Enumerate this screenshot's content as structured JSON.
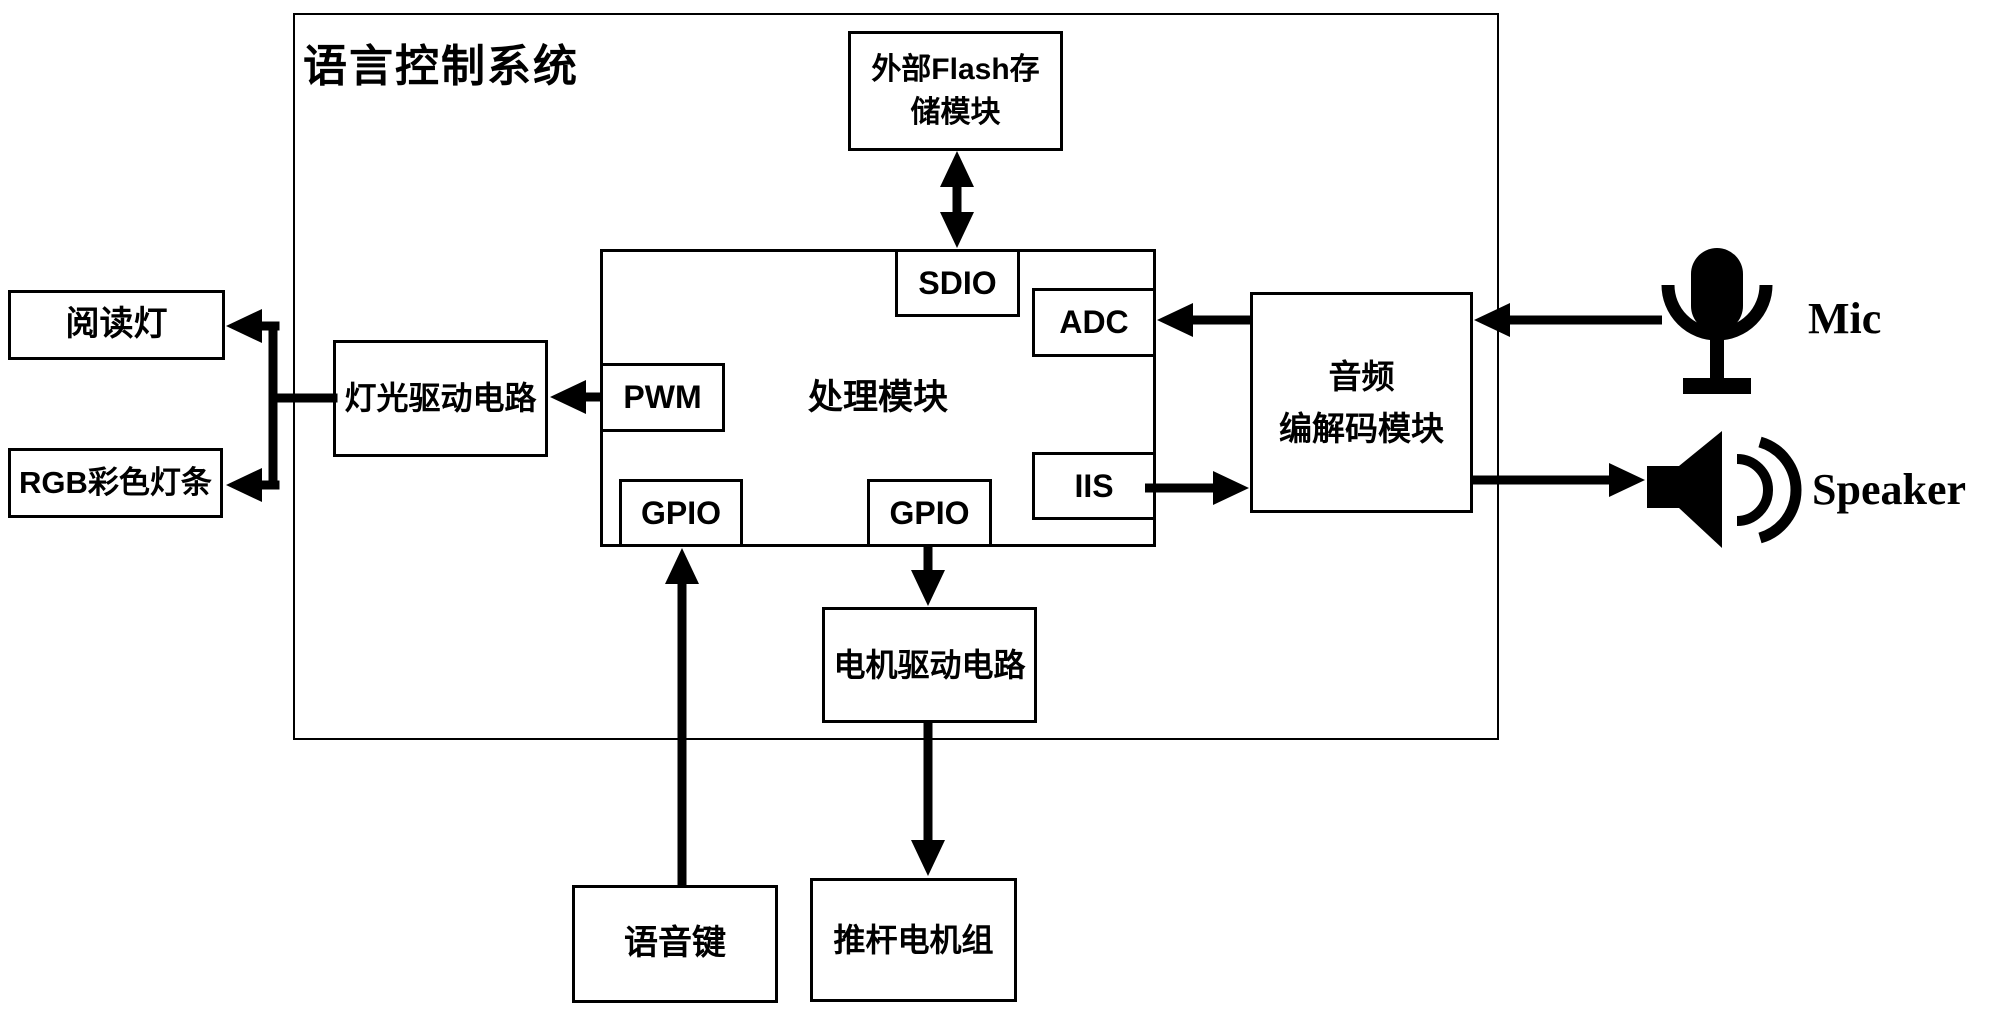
{
  "diagram": {
    "title": "语言控制系统",
    "blocks": {
      "flash": {
        "label": "外部Flash存\n储模块"
      },
      "processing": {
        "label": "处理模块"
      },
      "sdio": {
        "label": "SDIO"
      },
      "adc": {
        "label": "ADC"
      },
      "pwm": {
        "label": "PWM"
      },
      "iis": {
        "label": "IIS"
      },
      "gpio_voice": {
        "label": "GPIO"
      },
      "gpio_motor": {
        "label": "GPIO"
      },
      "light_driver": {
        "label": "灯光驱动电路"
      },
      "reading_light": {
        "label": "阅读灯"
      },
      "rgb_strip": {
        "label": "RGB彩色灯条"
      },
      "audio_codec": {
        "label": "音频\n编解码模块"
      },
      "motor_driver": {
        "label": "电机驱动电路"
      },
      "voice_key": {
        "label": "语音键"
      },
      "push_rod_motor": {
        "label": "推杆电机组"
      }
    },
    "peripherals": {
      "mic": {
        "label": "Mic",
        "icon": "microphone-icon"
      },
      "speaker": {
        "label": "Speaker",
        "icon": "speaker-icon"
      }
    },
    "connections": [
      {
        "from": "外部Flash存储模块",
        "to": "处理模块(SDIO)",
        "type": "bidirectional"
      },
      {
        "from": "Mic",
        "to": "音频编解码模块",
        "type": "arrow"
      },
      {
        "from": "音频编解码模块",
        "to": "处理模块(ADC)",
        "type": "arrow"
      },
      {
        "from": "处理模块(IIS)",
        "to": "音频编解码模块",
        "type": "arrow"
      },
      {
        "from": "音频编解码模块",
        "to": "Speaker",
        "type": "arrow"
      },
      {
        "from": "处理模块(PWM)",
        "to": "灯光驱动电路",
        "type": "arrow"
      },
      {
        "from": "灯光驱动电路",
        "to": "阅读灯",
        "type": "arrow"
      },
      {
        "from": "灯光驱动电路",
        "to": "RGB彩色灯条",
        "type": "arrow"
      },
      {
        "from": "语音键",
        "to": "处理模块(GPIO)",
        "type": "arrow"
      },
      {
        "from": "处理模块(GPIO)",
        "to": "电机驱动电路",
        "type": "arrow"
      },
      {
        "from": "电机驱动电路",
        "to": "推杆电机组",
        "type": "arrow"
      }
    ],
    "colors": {
      "ink": "#000000",
      "background": "#ffffff"
    }
  }
}
